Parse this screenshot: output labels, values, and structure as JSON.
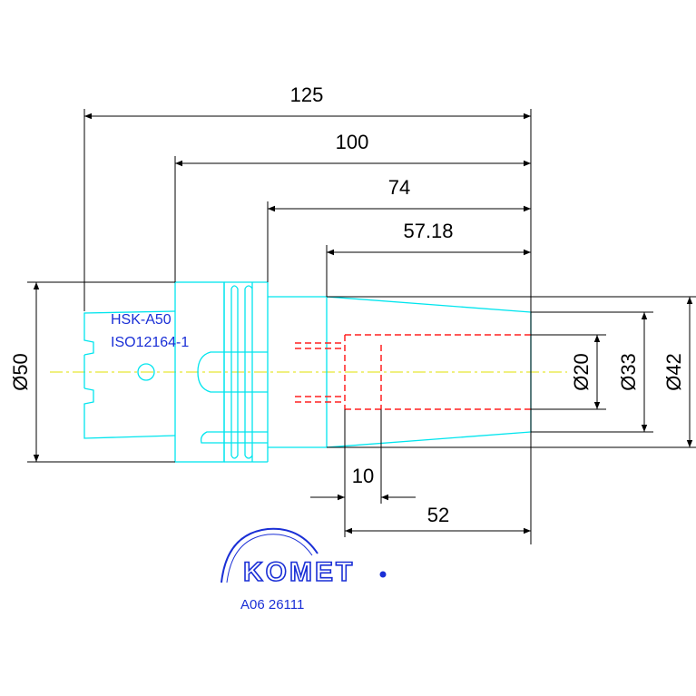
{
  "labels": {
    "shank": "HSK-A50",
    "standard": "ISO12164-1",
    "part_number": "A06 26111",
    "brand": "KOMET"
  },
  "dimensions": {
    "length_overall": "125",
    "length_100": "100",
    "length_74": "74",
    "length_57": "57.18",
    "depth_10": "10",
    "length_52": "52",
    "dia_50": "Ø50",
    "dia_20": "Ø20",
    "dia_33": "Ø33",
    "dia_42": "Ø42"
  },
  "colors": {
    "outline": "#00e5ee",
    "hidden": "#ff2020",
    "centerline": "#e0e000",
    "dimension": "#000000",
    "brand": "#1a2fd6"
  }
}
